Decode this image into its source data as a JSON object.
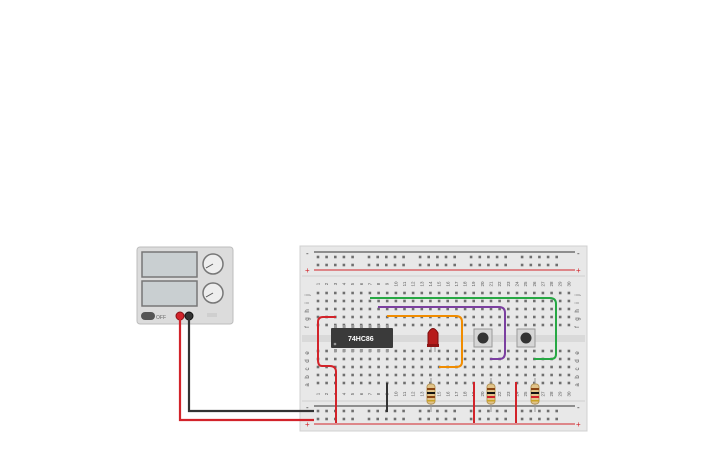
{
  "workspace": {
    "background": "#ffffff"
  },
  "power_supply": {
    "toggle_label": "OFF",
    "body_color": "#dcdcdc",
    "display_color": "#c9cfd1",
    "knob_color": "#eeeeee"
  },
  "breadboard": {
    "columns": 30,
    "row_letters_top": [
      "j",
      "i",
      "h",
      "g",
      "f"
    ],
    "row_letters_bottom": [
      "e",
      "d",
      "c",
      "b",
      "a"
    ],
    "rail_minus": "-",
    "rail_plus": "+",
    "rail_red": "#d2232a",
    "rail_dark": "#333333",
    "body_color": "#e8e8e8"
  },
  "chip": {
    "label": "74HC86",
    "color": "#3a3a3a"
  },
  "led": {
    "color": "#b71c1c"
  },
  "wires": {
    "red": "#d2232a",
    "black": "#333333",
    "green": "#27a844",
    "purple": "#7b3fa0",
    "orange": "#f08c00"
  },
  "components": {
    "resistors": 3,
    "pushbuttons": 2
  }
}
